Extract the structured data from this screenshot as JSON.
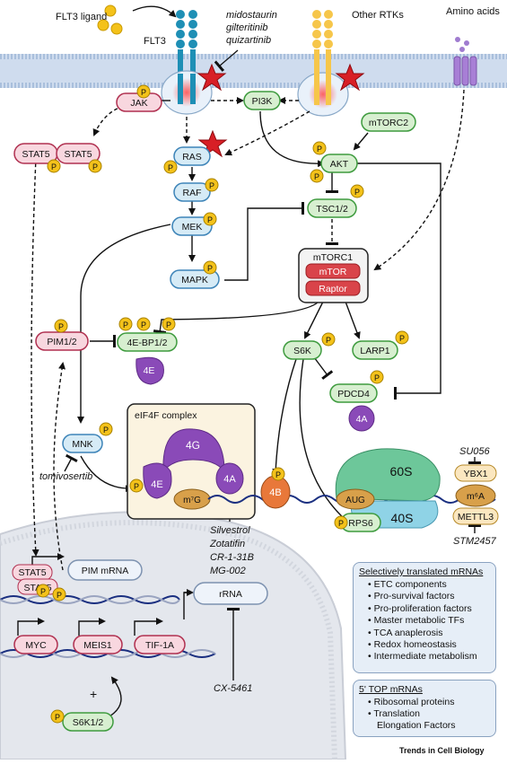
{
  "labels": {
    "flt3_ligand": "FLT3 ligand",
    "flt3": "FLT3",
    "other_rtks": "Other RTKs",
    "amino_acids": "Amino acids",
    "midostaurin": "midostaurin",
    "gilteritinib": "gilteritinib",
    "quizartinib": "quizartinib",
    "jak": "JAK",
    "pi3k": "PI3K",
    "mtorc2": "mTORC2",
    "stat5": "STAT5",
    "ras": "RAS",
    "akt": "AKT",
    "raf": "RAF",
    "tsc": "TSC1/2",
    "mek": "MEK",
    "mapk": "MAPK",
    "mtorc1": "mTORC1",
    "mtor": "mTOR",
    "raptor": "Raptor",
    "pim12": "PIM1/2",
    "ebp": "4E-BP1/2",
    "eif4e_short": "4E",
    "s6k": "S6K",
    "larp1": "LARP1",
    "pdcd4": "PDCD4",
    "eif4a_short": "4A",
    "mnk": "MNK",
    "tomivosertib": "tomivosertib",
    "eif4f_complex": "eIF4F complex",
    "eif4g_short": "4G",
    "m7g": "m⁷G",
    "eif4b_short": "4B",
    "su056": "SU056",
    "ybx1": "YBX1",
    "m6a": "m⁶A",
    "mettl3": "METTL3",
    "stm2457": "STM2457",
    "s60": "60S",
    "s40": "40S",
    "aug": "AUG",
    "rps6": "RPS6",
    "silvestrol": "Silvestrol",
    "zotatifin": "Zotatifin",
    "cr131b": "CR-1-31B",
    "mg002": "MG-002",
    "pim_mrna": "PIM mRNA",
    "myc": "MYC",
    "meis1": "MEIS1",
    "tif1a": "TIF-1A",
    "rrna": "rRNA",
    "cx5461": "CX-5461",
    "s6k12": "S6K1/2",
    "p": "P",
    "plus": "+",
    "footer": "Trends in Cell Biology"
  },
  "selective_box": {
    "title": "Selectively translated mRNAs",
    "items": [
      "ETC components",
      "Pro-survival factors",
      "Pro-proliferation factors",
      "Master metabolic TFs",
      "TCA anaplerosis",
      "Redox homeostasis",
      "Intermediate metabolism"
    ]
  },
  "top_box": {
    "title": "5' TOP mRNAs",
    "items": [
      "Ribosomal proteins",
      "Translation",
      "Elongation Factors"
    ]
  },
  "colors": {
    "membrane": "#c9d9ec",
    "nucleus": "#e5e8ee",
    "green_node": "#d7efd0",
    "green_stroke": "#3e9b3e",
    "blue_node": "#d6ebf6",
    "blue_stroke": "#3d84b8",
    "pink_node": "#f8d7df",
    "pink_stroke": "#b03050",
    "phospho": "#f4c21a",
    "purple": "#8a4ab8",
    "star": "#d81f26"
  }
}
